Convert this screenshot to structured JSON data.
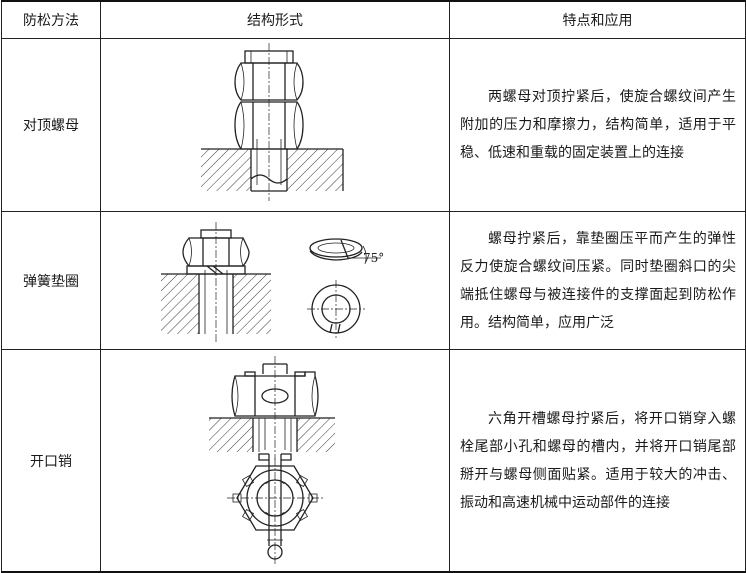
{
  "headers": {
    "method": "防松方法",
    "structure": "结构形式",
    "features": "特点和应用"
  },
  "rows": [
    {
      "method": "对顶螺母",
      "feature": "两螺母对顶拧紧后，使旋合螺纹间产生附加的压力和摩擦力，结构简单，适用于平稳、低速和重载的固定装置上的连接"
    },
    {
      "method": "弹簧垫圈",
      "feature": "螺母拧紧后，靠垫圈压平而产生的弹性反力使旋合螺纹间压紧。同时垫圈斜口的尖端抵住螺母与被连接件的支撑面起到防松作用。结构简单，应用广泛",
      "angle_label": "75°"
    },
    {
      "method": "开口销",
      "feature": "六角开槽螺母拧紧后，将开口销穿入螺栓尾部小孔和螺母的槽内，并将开口销尾部掰开与螺母侧面贴紧。适用于较大的冲击、振动和高速机械中运动部件的连接"
    }
  ]
}
